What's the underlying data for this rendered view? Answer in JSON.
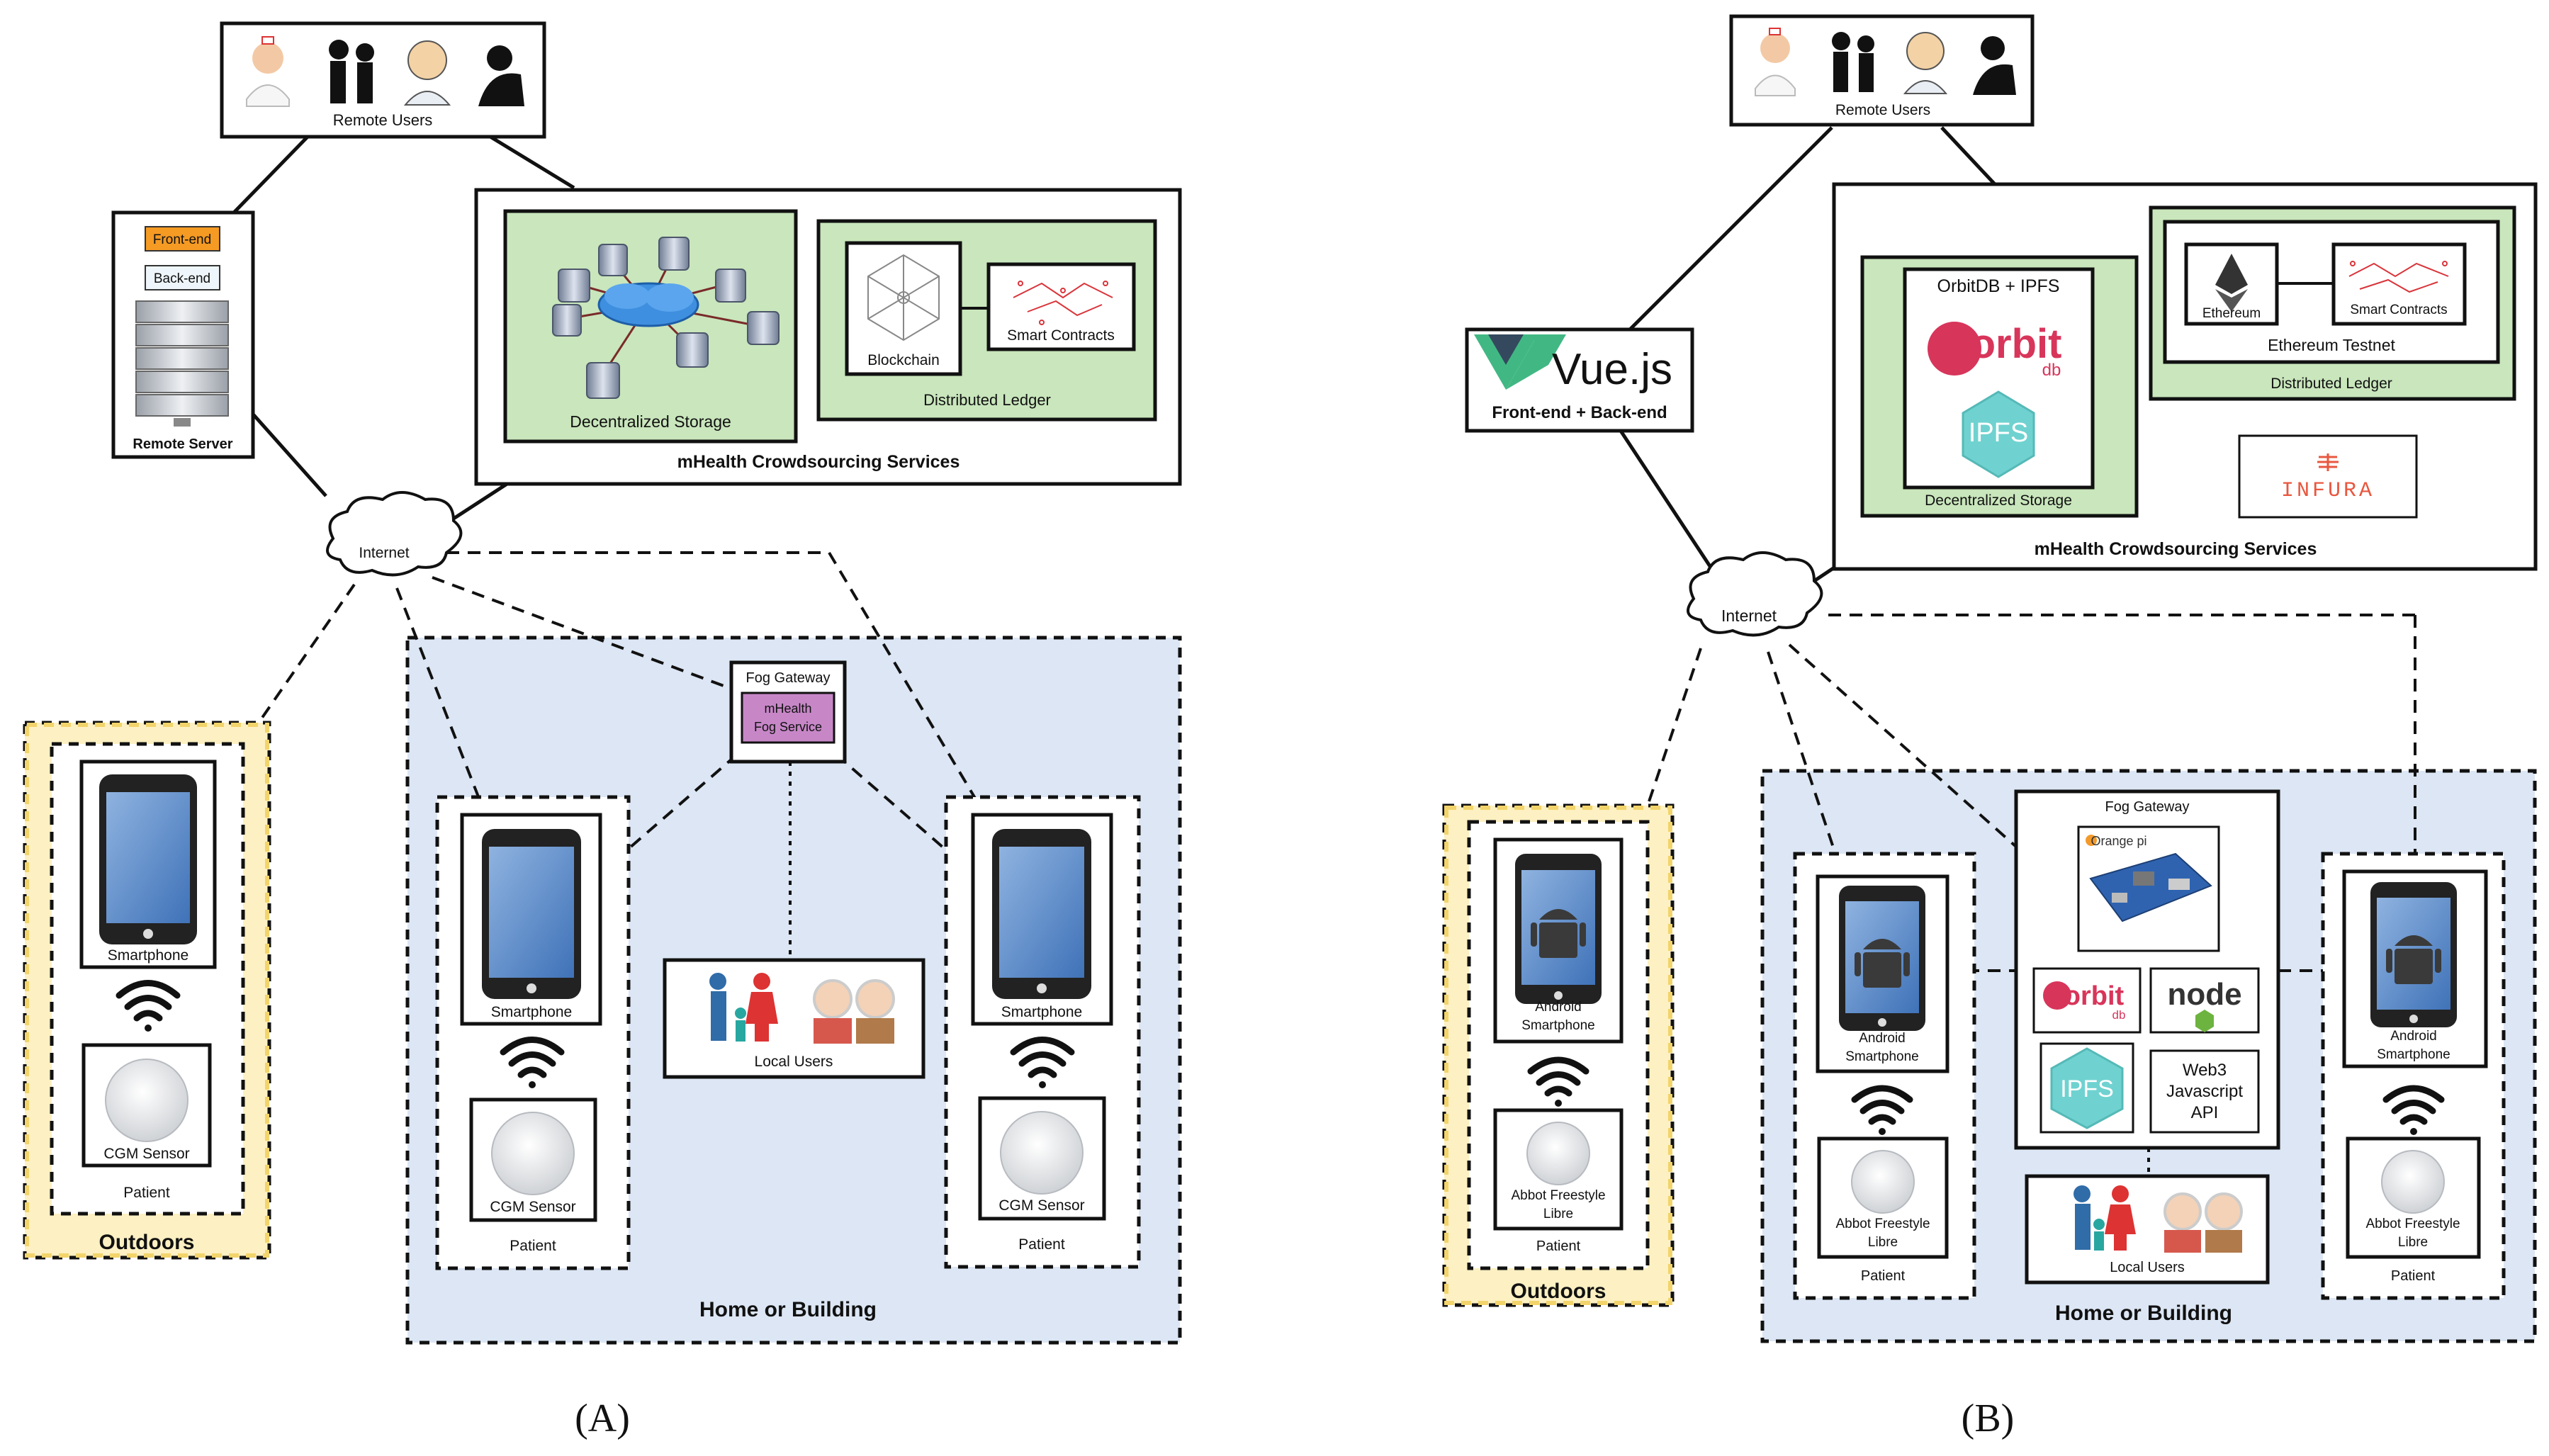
{
  "panel_a": {
    "caption": "(A)",
    "remote_users": "Remote Users",
    "front_end": "Front-end",
    "back_end": "Back-end",
    "remote_server": "Remote Server",
    "decentralized_storage": "Decentralized Storage",
    "blockchain": "Blockchain",
    "smart_contracts": "Smart Contracts",
    "distributed_ledger": "Distributed Ledger",
    "services": "mHealth Crowdsourcing Services",
    "internet": "Internet",
    "fog_gateway": "Fog Gateway",
    "fog_service_1": "mHealth",
    "fog_service_2": "Fog Service",
    "outdoors": "Outdoors",
    "home": "Home or Building",
    "smartphone": "Smartphone",
    "cgm_sensor": "CGM Sensor",
    "patient": "Patient",
    "local_users": "Local Users"
  },
  "panel_b": {
    "caption": "(B)",
    "remote_users": "Remote Users",
    "vue_logo": "Vue.js",
    "vue_caption": "Front-end + Back-end",
    "orbitdb_ipfs": "OrbitDB + IPFS",
    "orbit_logo": "orbit",
    "orbit_sub": "db",
    "ipfs_logo": "IPFS",
    "decentralized_storage": "Decentralized Storage",
    "ethereum": "Ethereum",
    "smart_contracts": "Smart Contracts",
    "ethereum_testnet": "Ethereum Testnet",
    "distributed_ledger": "Distributed Ledger",
    "infura": "INFURA",
    "services": "mHealth Crowdsourcing Services",
    "internet": "Internet",
    "fog_gateway": "Fog Gateway",
    "orangepi": "Orange pi",
    "node_logo": "node",
    "web3_1": "Web3",
    "web3_2": "Javascript",
    "web3_3": "API",
    "outdoors": "Outdoors",
    "home": "Home or Building",
    "android_1": "Android",
    "android_2": "Smartphone",
    "abbott_1": "Abbot Freestyle",
    "abbott_2": "Libre",
    "patient": "Patient",
    "local_users": "Local Users"
  }
}
